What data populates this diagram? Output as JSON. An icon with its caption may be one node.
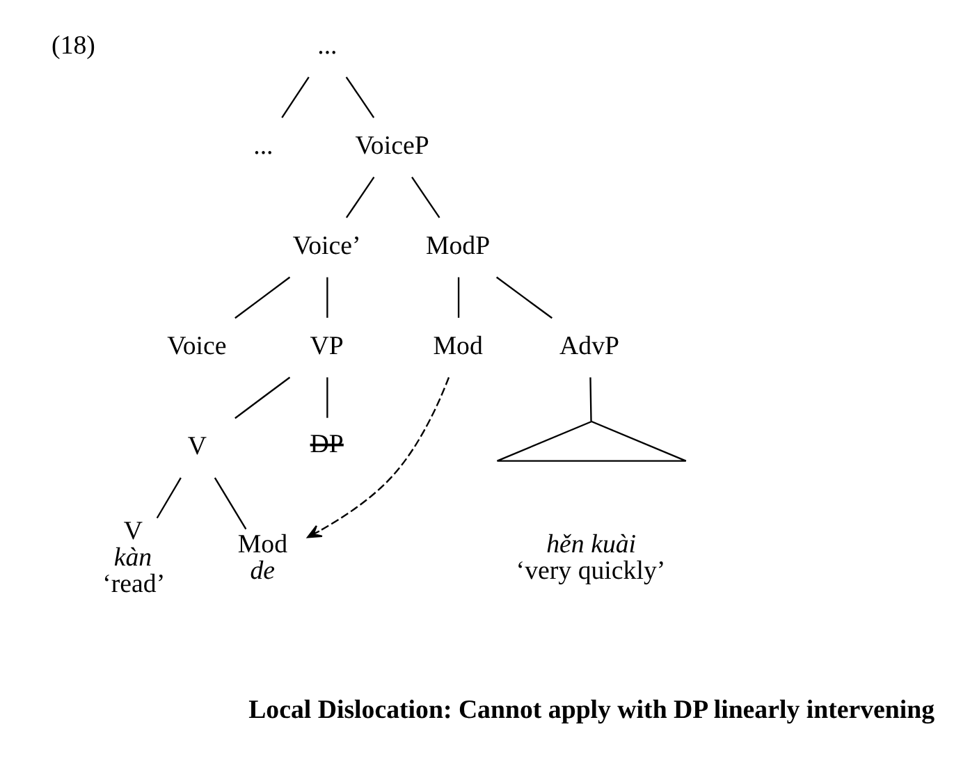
{
  "diagram": {
    "nodes": [
      {
        "text": [
          "..."
        ]
      },
      {
        "text": [
          "..."
        ]
      },
      {
        "text": [
          "VoiceP"
        ]
      },
      {
        "text": [
          "Voice’"
        ]
      },
      {
        "text": [
          "ModP"
        ]
      },
      {
        "text": [
          "Voice"
        ]
      },
      {
        "text": [
          "VP"
        ]
      },
      {
        "text": [
          "Mod"
        ]
      },
      {
        "text": [
          "AdvP"
        ]
      },
      {
        "text": [],
        "shape": "triangle",
        "beside": [
          "hěn kuài",
          "‘very quickly’"
        ]
      },
      {
        "text": [
          "V"
        ]
      },
      {
        "text": [
          "DP"
        ]
      },
      {
        "text": [
          "V",
          "kàn",
          "‘read’"
        ]
      },
      {
        "text": [
          "Mod",
          "de"
        ]
      }
    ],
    "edges": [
      {
        "from": 0,
        "to": 1,
        "arrow": "none"
      },
      {
        "from": 0,
        "to": 2,
        "arrow": "none"
      },
      {
        "from": 2,
        "to": 3,
        "arrow": "none"
      },
      {
        "from": 2,
        "to": 4,
        "arrow": "none"
      },
      {
        "from": 3,
        "to": 5,
        "arrow": "none"
      },
      {
        "from": 3,
        "to": 6,
        "arrow": "none"
      },
      {
        "from": 4,
        "to": 7,
        "arrow": "none"
      },
      {
        "from": 4,
        "to": 8,
        "arrow": "none"
      },
      {
        "from": 8,
        "to": 9,
        "arrow": "none"
      },
      {
        "from": 6,
        "to": 10,
        "arrow": "none"
      },
      {
        "from": 6,
        "to": 11,
        "arrow": "none"
      },
      {
        "from": 10,
        "to": 12,
        "arrow": "none"
      },
      {
        "from": 10,
        "to": 13,
        "arrow": "none"
      },
      {
        "from": 7,
        "to": 13,
        "arrow": "to",
        "style": "dashed"
      }
    ],
    "labels": [
      "(18)",
      "Local Dislocation: Cannot apply with DP linearly intervening"
    ]
  }
}
